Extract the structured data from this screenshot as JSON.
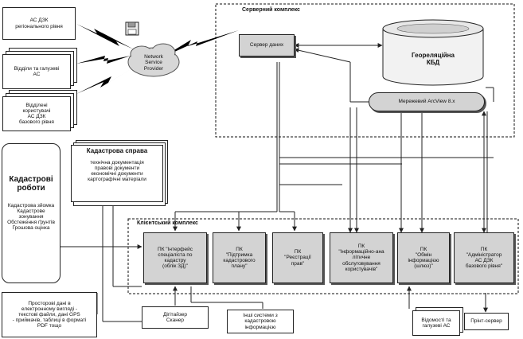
{
  "zones": {
    "server": "Серверний комплекс",
    "client": "Клієнтський комплекс"
  },
  "external": {
    "regional": "АС ДЗК\nрегіонального рівня",
    "departments": "Відділи та галузеві\nАС",
    "district": "Відділені\nкористувачі\nАС ДЗК\nбазового рівня"
  },
  "network_provider": "Network\nService\nProvider",
  "server": {
    "data_server": "Сервер даних",
    "database": "Геореляційна\nКБД",
    "arcview": "Мережевий ArcView 8.x"
  },
  "cadastre_case": {
    "title": "Кадастрова справа",
    "body": "технічна документація\nправові документи\nекономічні документи\nкартографічні матеріали"
  },
  "cadastral_works": {
    "title": "Кадастрові\nроботи",
    "body": "Кадастрова зйомка\nКадастрове\nзонування\nОбстеження ґрунтів\nГрошова оцінка"
  },
  "client_modules": [
    "ПК \"Інтерфейс\nспеціаліста по\nкадастру\n(облік ЗД)\"",
    "ПК\n\"Підтримка\nкадастрового\nплану\"",
    "ПК\n\"Реєстрації\nправ\"",
    "ПК\n\"Інформаційно-ана\nлітичне\nобслуговування\nкористувачів\"",
    "ПК\n\"Обмін\nінформацією\n(шлюз)\"",
    "ПК\n\"Адміністратор\nАС ДЗК\nбазового рівня\""
  ],
  "bottom": {
    "input_data": "Просторові дані в\nелектронному вигляді -\nтекстові файли, дані GPS\n- приймачів, таблиці в форматі\nPDF тощо",
    "digitizer": "Дігітайзер\nСканер",
    "other_systems": "Інші системи з\nкадастровою\nінформацією",
    "departments_ac": "Відомості та\nгалузеві АС",
    "print_server": "Прінт-сервер"
  },
  "icons": {
    "floppy": "floppy-disk-icon",
    "cloud": "cloud-icon",
    "database": "database-cylinder-icon",
    "lightning": "lightning-link-icon"
  },
  "colors": {
    "box_fill": "#d3d3d3",
    "line": "#222222",
    "paper": "#ffffff"
  }
}
